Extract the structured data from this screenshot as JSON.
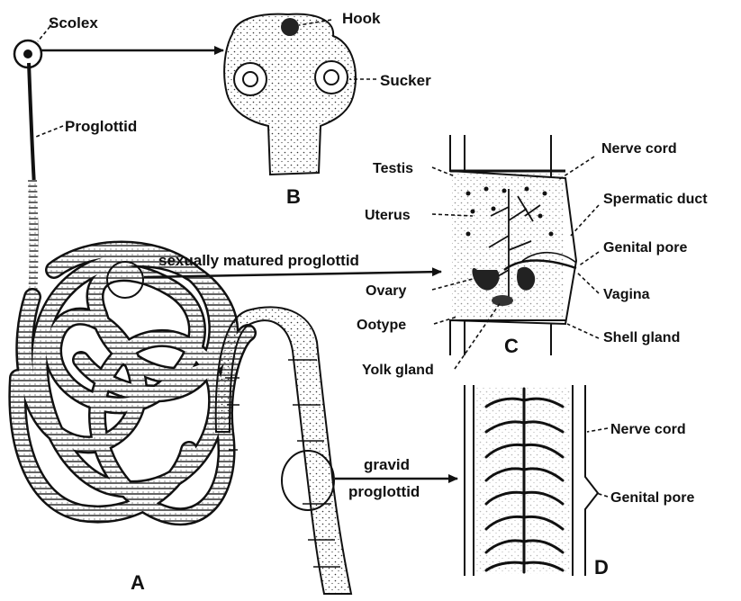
{
  "labels": {
    "scolex": "Scolex",
    "proglottid": "Proglottid",
    "hook": "Hook",
    "sucker": "Sucker",
    "sexually_matured": "sexually matured proglottid",
    "gravid_line1": "gravid",
    "gravid_line2": "proglottid",
    "testis": "Testis",
    "uterus": "Uterus",
    "ovary": "Ovary",
    "ootype": "Ootype",
    "yolk_gland": "Yolk gland",
    "nerve_cord_c": "Nerve cord",
    "spermatic_duct": "Spermatic duct",
    "genital_pore_c": "Genital pore",
    "vagina": "Vagina",
    "shell_gland": "Shell gland",
    "nerve_cord_d": "Nerve cord",
    "genital_pore_d": "Genital pore"
  },
  "panels": {
    "a": "A",
    "b": "B",
    "c": "C",
    "d": "D"
  },
  "colors": {
    "ink": "#111111",
    "background": "#ffffff",
    "stipple": "#333333"
  }
}
